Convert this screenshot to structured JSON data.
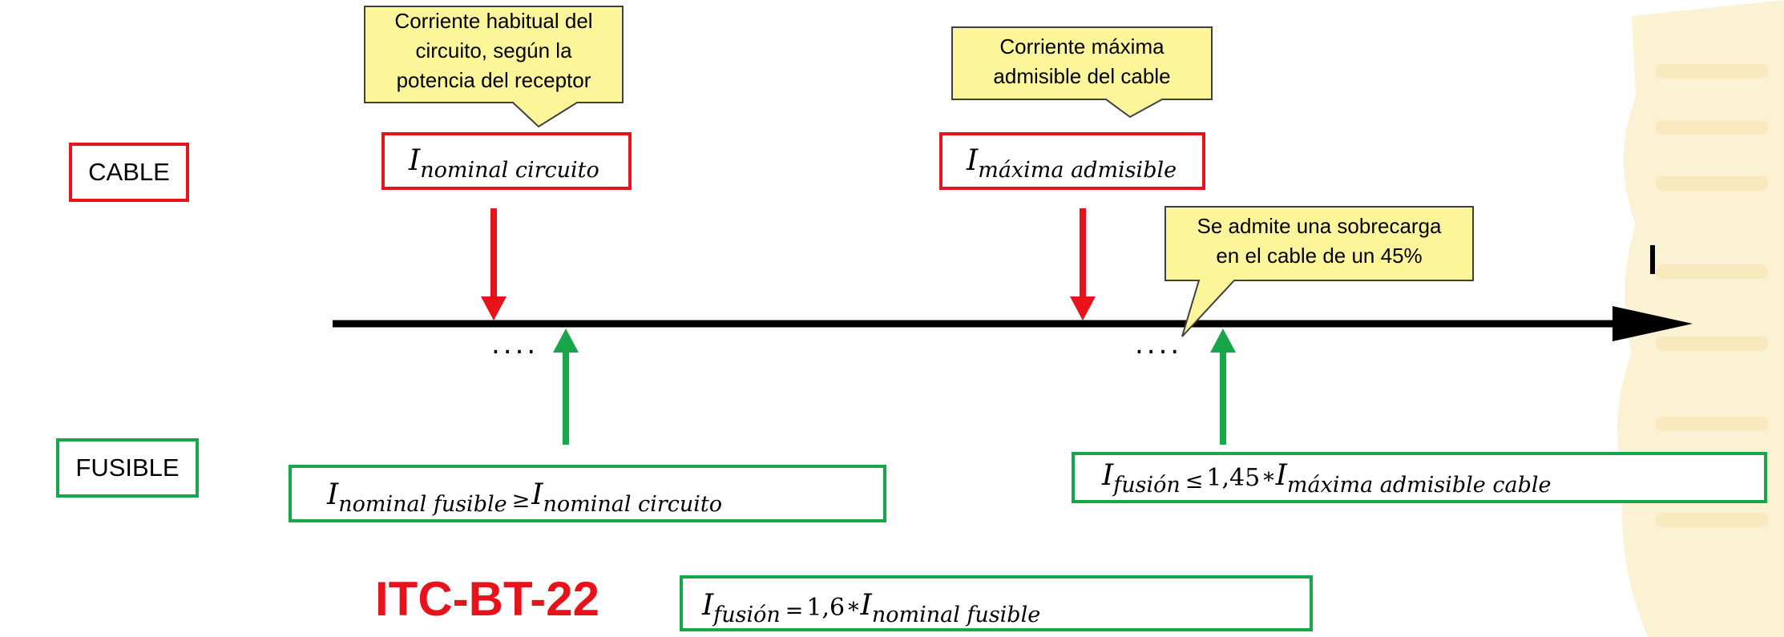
{
  "labels": {
    "cable": "CABLE",
    "fusible": "FUSIBLE",
    "axis_letter": "I",
    "standard": "ITC-BT-22"
  },
  "callouts": {
    "nominal_circuit_note": [
      "Corriente habitual del",
      "circuito, según la",
      "potencia del receptor"
    ],
    "max_current_note": [
      "Corriente máxima",
      "admisible del cable"
    ],
    "overload_note": [
      "Se admite una sobrecarga",
      "en el cable de un 45%"
    ]
  },
  "formulas": {
    "cable_nominal": {
      "symbol": "I",
      "subscript": "nominal circuito"
    },
    "cable_max": {
      "symbol": "I",
      "subscript": "máxima admisible"
    },
    "fuse_nominal": {
      "left_symbol": "I",
      "left_subscript": "nominal fusible",
      "operator": "≥",
      "right_symbol": "I",
      "right_subscript": "nominal circuito"
    },
    "fuse_fusion": {
      "left_symbol": "I",
      "left_subscript": "fusión",
      "operator": "≤",
      "factor": "1,45",
      "times": "*",
      "right_symbol": "I",
      "right_subscript": "máxima admisible cable"
    },
    "itc_rule": {
      "left_symbol": "I",
      "left_subscript": "fusión",
      "operator": "=",
      "factor": "1,6",
      "times": "*",
      "right_symbol": "I",
      "right_subscript": "nominal fusible"
    }
  },
  "ellipsis": "....",
  "colors": {
    "red": "#e8121b",
    "green": "#17a64a",
    "callout_fill": "#fdf59a",
    "axis": "#000000",
    "watermark": "#fbf1d3"
  }
}
